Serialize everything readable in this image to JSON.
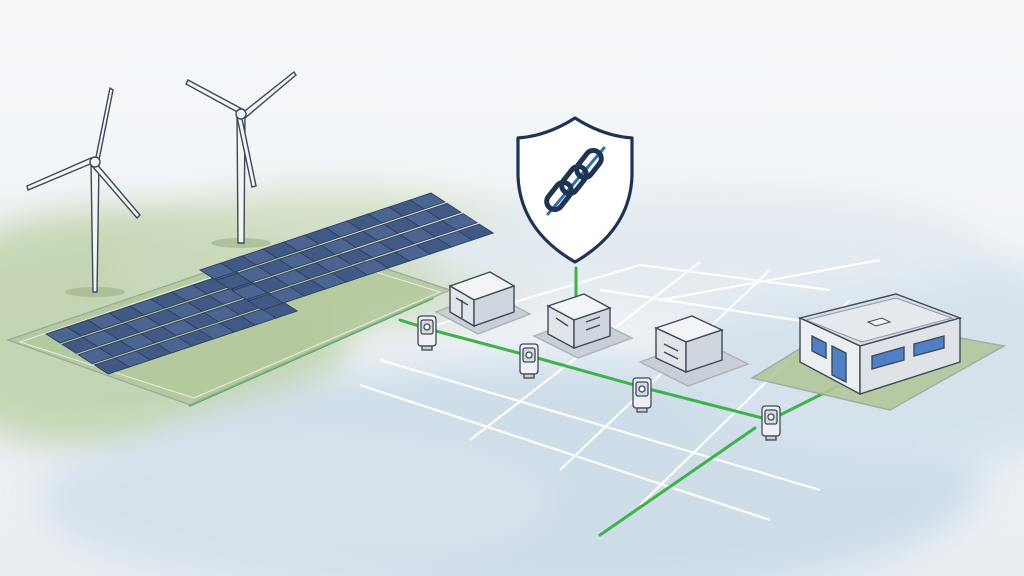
{
  "colors": {
    "sky": "#f4f7f9",
    "wash_blue": "#c9d9e6",
    "wash_green": "#b7cc9e",
    "grass": "#b3c79a",
    "grid_line": "#ffffff",
    "outline": "#3c4a58",
    "panel": "#415a85",
    "panel_dark": "#2a3b5c",
    "cabinet": "#e5e8ec",
    "building_wall": "#eceef1",
    "building_window": "#4f7fc4",
    "green_line": "#3db34a",
    "shield_navy": "#1f3452",
    "chain_blue": "#2f6fb3"
  },
  "scene": {
    "wind_turbines": [
      {
        "id": "turbine-1",
        "icon": "wind-turbine-icon"
      },
      {
        "id": "turbine-2",
        "icon": "wind-turbine-icon"
      }
    ],
    "solar_farm": {
      "icon": "solar-panel-icon",
      "arrays": 2
    },
    "substations": [
      {
        "id": "substation-1",
        "icon": "electrical-cabinet-icon"
      },
      {
        "id": "substation-2",
        "icon": "electrical-cabinet-icon",
        "linked_to_shield": true
      },
      {
        "id": "substation-3",
        "icon": "electrical-cabinet-icon"
      }
    ],
    "smart_meters": [
      {
        "id": "meter-1",
        "icon": "smart-meter-icon"
      },
      {
        "id": "meter-2",
        "icon": "smart-meter-icon"
      },
      {
        "id": "meter-3",
        "icon": "smart-meter-icon"
      },
      {
        "id": "meter-4",
        "icon": "smart-meter-icon"
      }
    ],
    "facility": {
      "icon": "building-icon"
    },
    "security_badge": {
      "icon": "shield-chain-link-icon",
      "shape": "shield",
      "symbol": "chain-link"
    }
  }
}
